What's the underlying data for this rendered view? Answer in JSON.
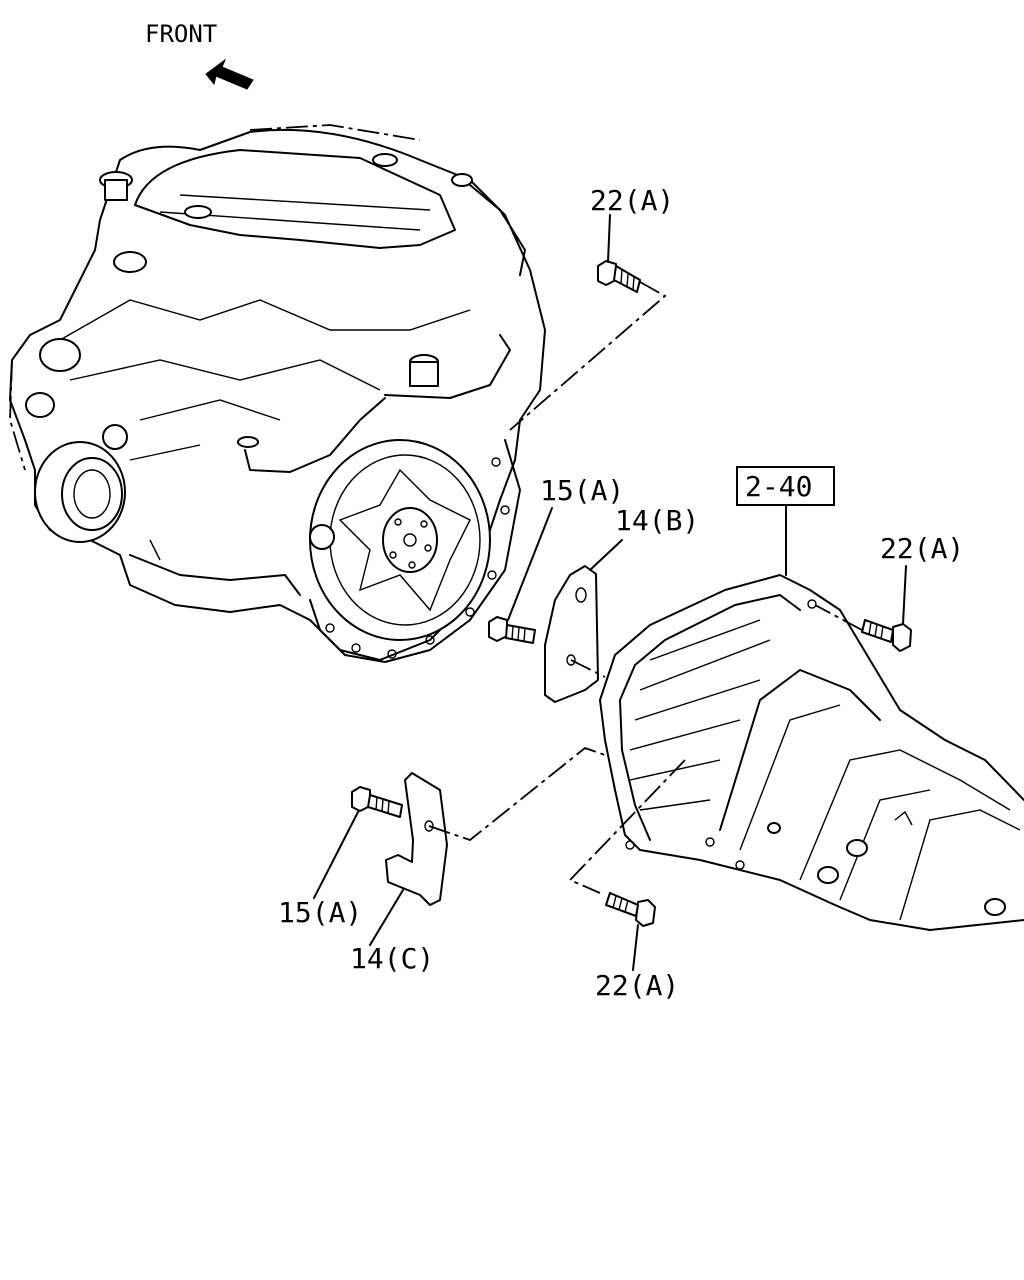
{
  "direction": {
    "label": "FRONT",
    "icon": "front-arrow-icon"
  },
  "reference_box": {
    "label": "2-40"
  },
  "callouts": [
    {
      "id": "bolt-top",
      "label": "22(A)"
    },
    {
      "id": "bolt-left-upper",
      "label": "15(A)"
    },
    {
      "id": "plate-b",
      "label": "14(B)"
    },
    {
      "id": "bolt-right",
      "label": "22(A)"
    },
    {
      "id": "bolt-left-lower",
      "label": "15(A)"
    },
    {
      "id": "plate-c",
      "label": "14(C)"
    },
    {
      "id": "bolt-bottom",
      "label": "22(A)"
    }
  ]
}
